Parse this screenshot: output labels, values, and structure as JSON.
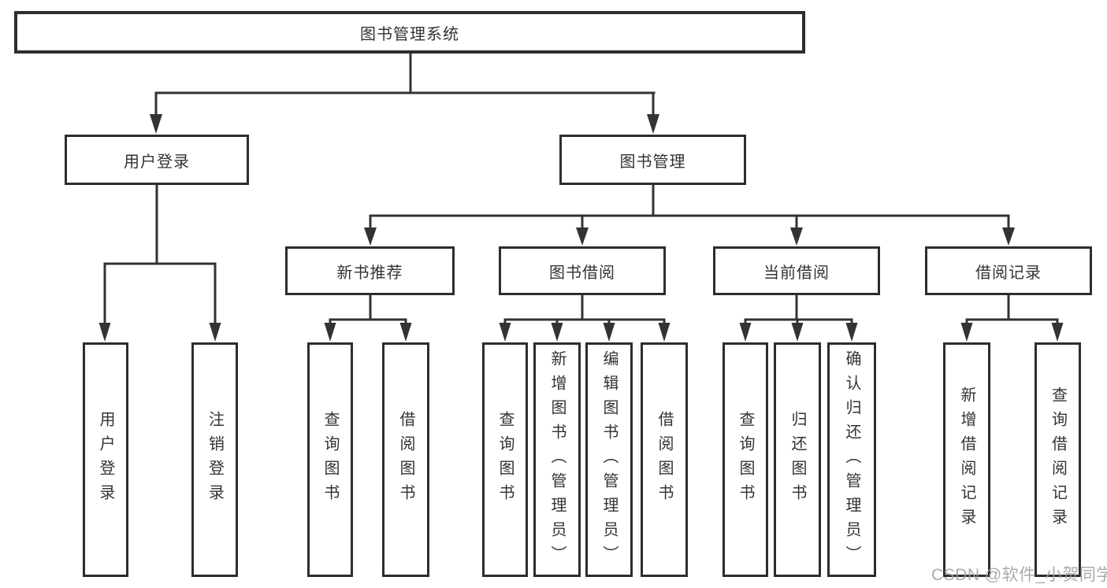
{
  "colors": {
    "line": "#333333",
    "box_border": "#2d2d2d",
    "text": "#333333",
    "background": "#ffffff",
    "watermark": "#a2a2a2"
  },
  "watermark": {
    "text": "CSDN @软件_小贺同学"
  },
  "tree": {
    "root": {
      "label": "图书管理系统"
    },
    "branches": [
      {
        "label": "用户登录",
        "children": [
          {
            "label": "用户登录"
          },
          {
            "label": "注销登录"
          }
        ]
      },
      {
        "label": "图书管理",
        "children": [
          {
            "label": "新书推荐",
            "children": [
              {
                "label": "查询图书"
              },
              {
                "label": "借阅图书"
              }
            ]
          },
          {
            "label": "图书借阅",
            "children": [
              {
                "label": "查询图书"
              },
              {
                "label": "新增图书（管理员）"
              },
              {
                "label": "编辑图书（管理员）"
              },
              {
                "label": "借阅图书"
              }
            ]
          },
          {
            "label": "当前借阅",
            "children": [
              {
                "label": "查询图书"
              },
              {
                "label": "归还图书"
              },
              {
                "label": "确认归还（管理员）"
              }
            ]
          },
          {
            "label": "借阅记录",
            "children": [
              {
                "label": "新增借阅记录"
              },
              {
                "label": "查询借阅记录"
              }
            ]
          }
        ]
      }
    ]
  }
}
